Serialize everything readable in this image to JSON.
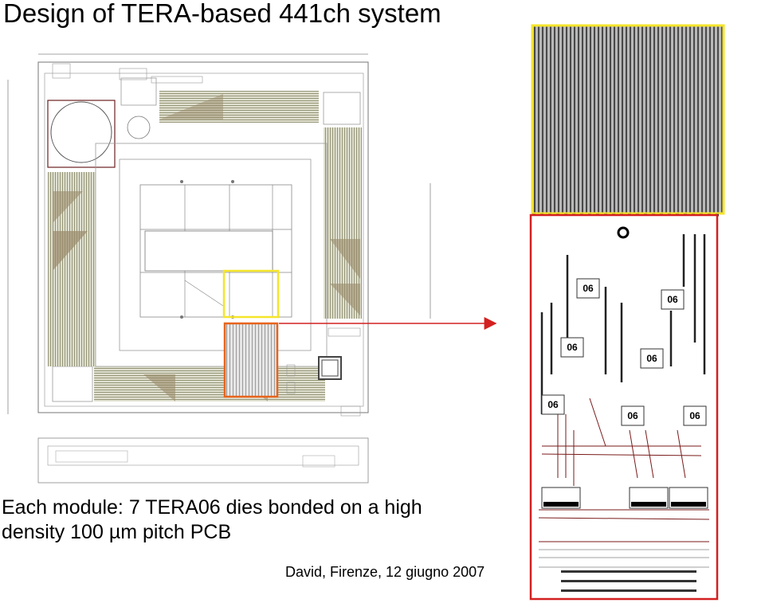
{
  "title": "Design of TERA-based 441ch system",
  "caption": {
    "line1": "Each module: 7 TERA06 dies bonded on a high",
    "line2": "density 100 µm pitch PCB"
  },
  "footer": "David, Firenze, 12 giugno 2007",
  "chip_labels": [
    "06",
    "06",
    "06",
    "06",
    "06",
    "06",
    "06"
  ],
  "colors": {
    "yellow_highlight": "#f5e52a",
    "orange_highlight": "#e8641c",
    "red_frame": "#d42020",
    "arrow": "#d42020"
  }
}
